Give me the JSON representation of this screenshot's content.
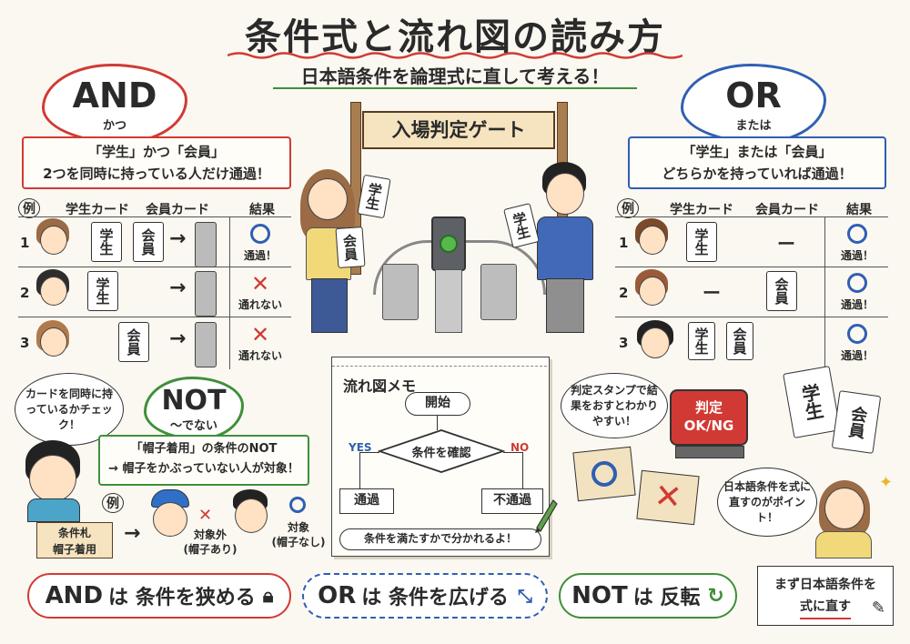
{
  "title": "条件式と流れ図の読み方",
  "subtitle": "日本語条件を論理式に直して考える！",
  "and_section": {
    "heading": "AND",
    "sub": "かつ",
    "desc_line1": "「学生」かつ「会員」",
    "desc_line2": "2つを同時に持っている人だけ通過！",
    "headers": {
      "ex": "例",
      "student": "学生カード",
      "member": "会員カード",
      "result": "結果"
    },
    "rows": [
      {
        "num": "1",
        "student_card": "学生",
        "member_card": "会員",
        "result": "通過！",
        "mark": "circle"
      },
      {
        "num": "2",
        "student_card": "学生",
        "member_card": "",
        "result": "通れない",
        "mark": "cross"
      },
      {
        "num": "3",
        "student_card": "",
        "member_card": "会員",
        "result": "通れない",
        "mark": "cross"
      }
    ]
  },
  "or_section": {
    "heading": "OR",
    "sub": "または",
    "desc_line1": "「学生」または「会員」",
    "desc_line2": "どちらかを持っていれば通過！",
    "headers": {
      "ex": "例",
      "student": "学生カード",
      "member": "会員カード",
      "result": "結果"
    },
    "rows": [
      {
        "num": "1",
        "student_card": "学生",
        "member_card": "ー",
        "result": "通過！"
      },
      {
        "num": "2",
        "student_card": "ー",
        "member_card": "会員",
        "result": "通過！"
      },
      {
        "num": "3",
        "student_card": "学生",
        "member_card": "会員",
        "result": "通過！"
      }
    ]
  },
  "gate": {
    "sign": "入場判定ゲート",
    "girl_card1": "学生",
    "girl_card2": "会員",
    "boy_card": "学生"
  },
  "not_section": {
    "heading": "NOT",
    "sub": "〜でない",
    "bubble": "カードを同時に持っているかチェック！",
    "desc_line1": "「帽子着用」の条件のNOT",
    "desc_line2": "→ 帽子をかぶっていない人が対象！",
    "ex": "例",
    "sign_line1": "条件札",
    "sign_line2": "帽子着用",
    "excluded_line1": "対象外",
    "excluded_line2": "(帽子あり)",
    "target_line1": "対象",
    "target_line2": "(帽子なし)"
  },
  "flowchart": {
    "title": "流れ図メモ",
    "start": "開始",
    "decision": "条件を確認",
    "yes": "YES",
    "no": "NO",
    "pass": "通過",
    "fail": "不通過",
    "caption": "条件を満たすかで分かれるよ！"
  },
  "stamp_area": {
    "bubble": "判定スタンプで結果をおすとわかりやすい！",
    "stamp_line1": "判定",
    "stamp_line2": "OK/NG",
    "card1": "学生",
    "card2": "会員",
    "girl_bubble": "日本語条件を式に直すのがポイント！"
  },
  "footer": {
    "and_key": "AND",
    "and_text": "は 条件を狭める",
    "or_key": "OR",
    "or_text": "は 条件を広げる",
    "not_key": "NOT",
    "not_text": "は 反転",
    "tip_line1": "まず日本語条件を",
    "tip_line2": "式に直す"
  },
  "colors": {
    "and": "#d13a34",
    "or": "#2f5fb3",
    "not": "#3f8f3a",
    "yes": "#2f5fb3",
    "no": "#d13a34"
  }
}
